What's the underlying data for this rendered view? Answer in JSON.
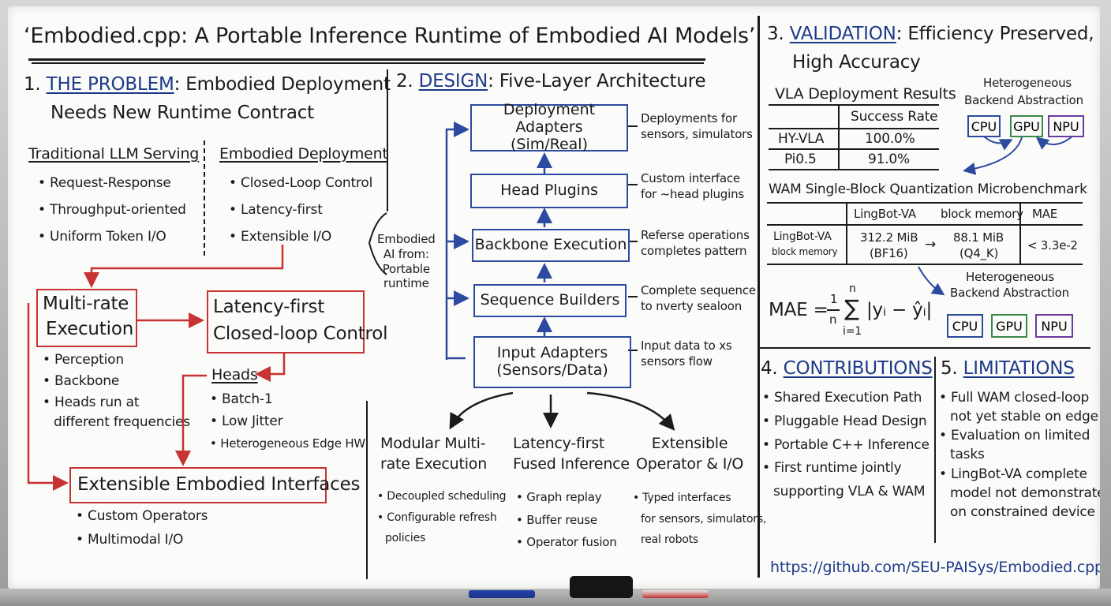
{
  "title": "‘Embodied.cpp: A Portable Inference Runtime of Embodied AI Models’",
  "problem": {
    "num": "1.",
    "key": "THE PROBLEM",
    "rest": ": Embodied Deployment",
    "line2": "Needs New Runtime Contract",
    "col1_title": "Traditional LLM Serving",
    "col1_items": [
      "• Request-Response",
      "• Throughput-oriented",
      "• Uniform Token I/O"
    ],
    "col2_title": "Embodied Deployment",
    "col2_items": [
      "• Closed-Loop Control",
      "• Latency-first",
      "• Extensible I/O"
    ],
    "multirate": {
      "line1": "Multi-rate",
      "line2": "Execution"
    },
    "multirate_items": [
      "• Perception",
      "• Backbone",
      "• Heads run at",
      "different frequencies"
    ],
    "latency": {
      "line1": "Latency-first",
      "line2": "Closed-loop Control"
    },
    "heads_title": "Heads",
    "heads_items": [
      "• Batch-1",
      "• Low Jitter",
      "• Heterogeneous Edge HW"
    ],
    "extensible": "Extensible Embodied Interfaces",
    "extensible_items": [
      "• Custom Operators",
      "• Multimodal I/O"
    ]
  },
  "design": {
    "num": "2.",
    "key": "DESIGN",
    "rest": ": Five-Layer Architecture",
    "side_label": [
      "Embodied",
      "AI from:",
      "Portable",
      "runtime"
    ],
    "layers": [
      {
        "line1": "Deployment Adapters",
        "line2": "(Sim/Real)",
        "note1": "Deployments for",
        "note2": "sensors, simulators"
      },
      {
        "line1": "Head Plugins",
        "line2": "",
        "note1": "Custom interface",
        "note2": "for ~head plugins"
      },
      {
        "line1": "Backbone Execution",
        "line2": "",
        "note1": "Referse operations",
        "note2": "completes pattern"
      },
      {
        "line1": "Sequence Builders",
        "line2": "",
        "note1": "Complete sequence",
        "note2": "to nverty sealoon"
      },
      {
        "line1": "Input Adapters",
        "line2": "(Sensors/Data)",
        "note1": "Input data to xs",
        "note2": "sensors flow"
      }
    ],
    "bottom": [
      {
        "t1": "Modular Multi-",
        "t2": "rate Execution",
        "items": [
          "• Decoupled scheduling",
          "• Configurable refresh",
          "policies"
        ]
      },
      {
        "t1": "Latency-first",
        "t2": "Fused Inference",
        "items": [
          "• Graph replay",
          "• Buffer reuse",
          "• Operator fusion"
        ]
      },
      {
        "t1": "Extensible",
        "t2": "Operator & I/O",
        "items": [
          "• Typed interfaces",
          "for sensors, simulators,",
          "real robots"
        ]
      }
    ]
  },
  "validation": {
    "num": "3.",
    "key": "VALIDATION",
    "rest": ": Efficiency Preserved,",
    "line2": "High Accuracy",
    "vla_title": "VLA Deployment Results",
    "vla_header": "Success Rate",
    "vla_rows": [
      {
        "model": "HY-VLA",
        "rate": "100.0%"
      },
      {
        "model": "Pi0.5",
        "rate": "91.0%"
      }
    ],
    "hetero_title1": "Heterogeneous",
    "hetero_title2": "Backend Abstraction",
    "chips": [
      "CPU",
      "GPU",
      "NPU"
    ],
    "wam_title": "WAM Single-Block Quantization Microbenchmark",
    "wam_header": [
      "LingBot-VA",
      "block memory",
      "MAE"
    ],
    "wam_row_label1": "LingBot-VA",
    "wam_row_label2": "block memory",
    "wam_from1": "312.2 MiB",
    "wam_from2": "(BF16)",
    "wam_arrow": "→",
    "wam_to1": "88.1 MiB",
    "wam_to2": "(Q4_K)",
    "wam_mae": "< 3.3e-2",
    "mae_lhs": "MAE =",
    "mae_frac_num": "1",
    "mae_frac_den": "n",
    "mae_sigma": "∑",
    "mae_upper": "n",
    "mae_lower": "i=1",
    "mae_body": "|yᵢ − ŷᵢ|",
    "hetero2_title1": "Heterogeneous",
    "hetero2_title2": "Backend Abstraction"
  },
  "contributions": {
    "num": "4.",
    "key": "CONTRIBUTIONS",
    "items": [
      "• Shared Execution Path",
      "• Pluggable Head Design",
      "• Portable C++ Inference",
      "• First runtime jointly",
      "supporting VLA & WAM"
    ]
  },
  "limitations": {
    "num": "5.",
    "key": "LIMITATIONS",
    "items": [
      "• Full WAM closed-loop",
      "not yet stable on edge",
      "• Evaluation on limited",
      "tasks",
      "• LingBot-VA complete",
      "model not demonstrated",
      "on constrained device"
    ]
  },
  "url": "https://github.com/SEU-PAISys/Embodied.cpp",
  "colors": {
    "red": "#c73232",
    "blue": "#2b4aa0",
    "green": "#3b8a4a",
    "purple": "#6a3aa0",
    "ink": "#1b1b1b"
  },
  "icons": [
    "eraser-icon",
    "blue-marker-icon",
    "red-marker-icon"
  ]
}
